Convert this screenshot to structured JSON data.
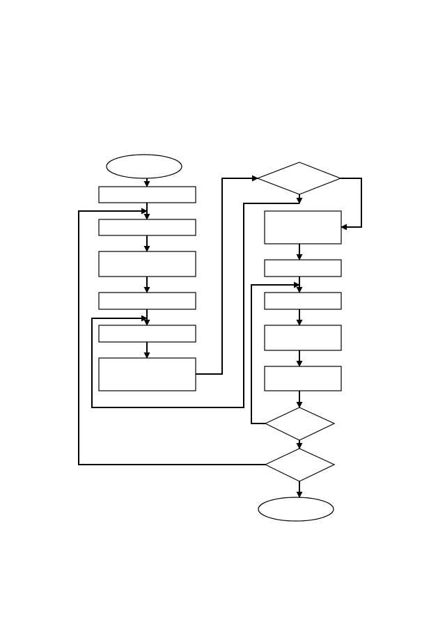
{
  "diagram": {
    "type": "flowchart",
    "line_color": "#000000",
    "background": "#ffffff",
    "nodes": [
      {
        "id": "start",
        "shape": "ellipse",
        "label": ""
      },
      {
        "id": "step-1",
        "shape": "rectangle",
        "label": ""
      },
      {
        "id": "step-2",
        "shape": "rectangle",
        "label": ""
      },
      {
        "id": "step-3",
        "shape": "rectangle",
        "label": ""
      },
      {
        "id": "step-4",
        "shape": "rectangle",
        "label": ""
      },
      {
        "id": "step-5",
        "shape": "rectangle",
        "label": ""
      },
      {
        "id": "step-6",
        "shape": "rectangle",
        "label": ""
      },
      {
        "id": "decision-1",
        "shape": "diamond",
        "label": ""
      },
      {
        "id": "step-7",
        "shape": "rectangle",
        "label": ""
      },
      {
        "id": "step-8",
        "shape": "rectangle",
        "label": ""
      },
      {
        "id": "step-9",
        "shape": "rectangle",
        "label": ""
      },
      {
        "id": "step-10",
        "shape": "rectangle",
        "label": ""
      },
      {
        "id": "step-11",
        "shape": "rectangle",
        "label": ""
      },
      {
        "id": "decision-2",
        "shape": "diamond",
        "label": ""
      },
      {
        "id": "decision-3",
        "shape": "diamond",
        "label": ""
      },
      {
        "id": "end",
        "shape": "ellipse",
        "label": ""
      }
    ],
    "edges": [
      {
        "from": "start",
        "to": "step-1"
      },
      {
        "from": "step-1",
        "to": "step-2"
      },
      {
        "from": "step-2",
        "to": "step-3"
      },
      {
        "from": "step-3",
        "to": "step-4"
      },
      {
        "from": "step-4",
        "to": "step-5"
      },
      {
        "from": "step-5",
        "to": "step-6"
      },
      {
        "from": "step-6",
        "to": "decision-1"
      },
      {
        "from": "decision-1",
        "to": "step-7"
      },
      {
        "from": "decision-1",
        "to": "step-8"
      },
      {
        "from": "step-7",
        "to": "step-8"
      },
      {
        "from": "step-8",
        "to": "step-9"
      },
      {
        "from": "step-9",
        "to": "step-10"
      },
      {
        "from": "step-10",
        "to": "step-11"
      },
      {
        "from": "step-11",
        "to": "decision-2"
      },
      {
        "from": "decision-2",
        "to": "step-9"
      },
      {
        "from": "decision-2",
        "to": "decision-3"
      },
      {
        "from": "decision-3",
        "to": "step-2"
      },
      {
        "from": "decision-3",
        "to": "end"
      },
      {
        "from": "step-7",
        "to": "step-5"
      }
    ]
  }
}
